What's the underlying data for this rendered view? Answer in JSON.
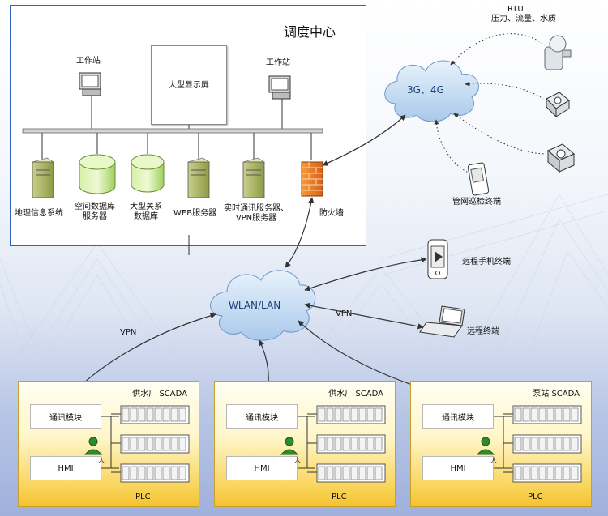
{
  "dispatch_center": {
    "title": "调度中心",
    "workstation_left": "工作站",
    "workstation_right": "工作站",
    "display_screen": "大型显示屏",
    "servers": [
      {
        "label": "地理信息系统"
      },
      {
        "label": "空间数据库\n服务器"
      },
      {
        "label": "大型关系\n数据库"
      },
      {
        "label": "WEB服务器"
      },
      {
        "label": "实时通讯服务器、\nVPN服务器"
      },
      {
        "label": "防火墙"
      }
    ]
  },
  "networks": {
    "mobile_cloud": "3G、4G",
    "lan_cloud": "WLAN/LAN",
    "vpn_left": "VPN",
    "vpn_right": "VPN"
  },
  "field_devices": {
    "rtu_title": "RTU",
    "rtu_sub": "压力、流量、水质",
    "patrol_terminal": "管网巡检终端",
    "remote_phone": "远程手机终端",
    "remote_terminal": "远程终端"
  },
  "scada_boxes": [
    {
      "title": "供水厂 SCADA",
      "comm": "通讯模块",
      "hmi": "HMI",
      "plc": "PLC",
      "person": "人"
    },
    {
      "title": "供水厂 SCADA",
      "comm": "通讯模块",
      "hmi": "HMI",
      "plc": "PLC",
      "person": "人"
    },
    {
      "title": "泵站  SCADA",
      "comm": "通讯模块",
      "hmi": "HMI",
      "plc": "PLC",
      "person": "人"
    }
  ],
  "colors": {
    "dispatch_fill": "#ffffff",
    "dispatch_border": "#2b64c4",
    "scada_fill_top": "#fffde8",
    "scada_fill_bottom": "#f7c52f",
    "cloud_fill": "#cfe2f6"
  }
}
